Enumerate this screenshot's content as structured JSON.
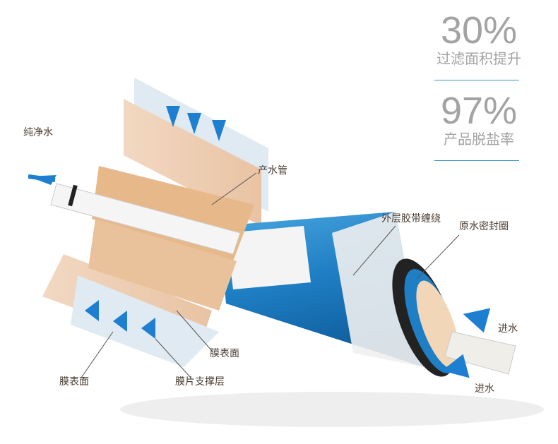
{
  "stats": [
    {
      "value": "30%",
      "caption": "过滤面积提升"
    },
    {
      "value": "97%",
      "caption": "产品脱盐率"
    }
  ],
  "labels": {
    "pure_water": "纯净水",
    "product_tube": "产水管",
    "outer_tape": "外层胶带缠绕",
    "raw_water_seal": "原水密封圈",
    "inlet_1": "进水",
    "inlet_2": "进水",
    "membrane_surface_1": "膜表面",
    "membrane_surface_2": "膜表面",
    "membrane_support": "膜片支撑层"
  },
  "colors": {
    "accent": "#3a94c8",
    "arrow": "#1e7fd0",
    "cylinder": "#1f7fc4",
    "stat_text": "#a3a3a3"
  }
}
